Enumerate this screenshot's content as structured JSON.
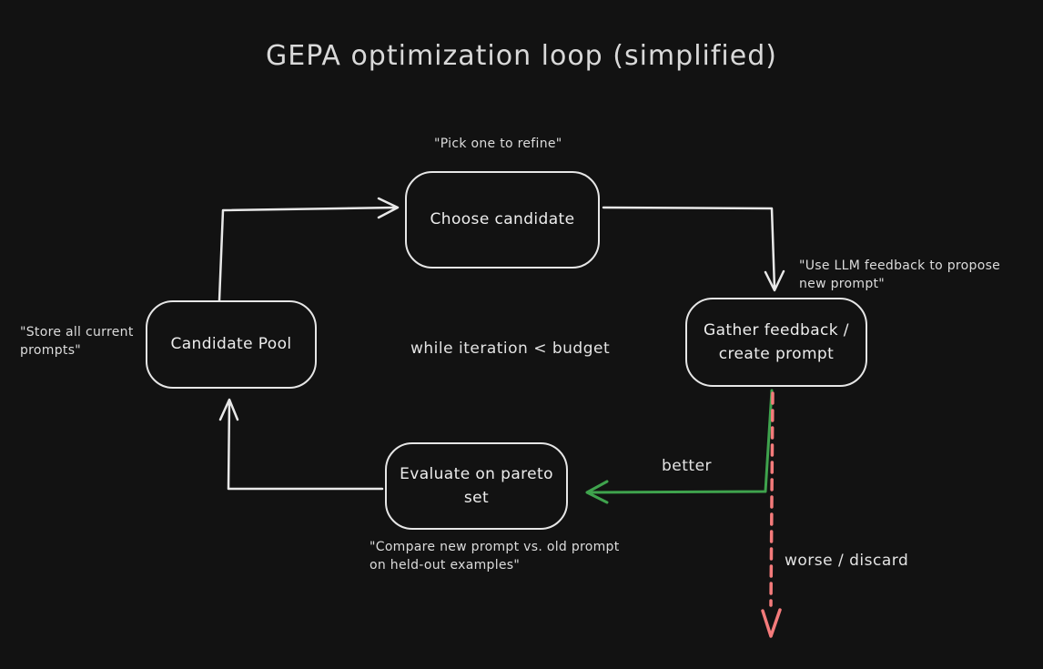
{
  "title": "GEPA optimization loop (simplified)",
  "colors": {
    "background": "#121212",
    "stroke_white": "#e8e8e8",
    "arrow_green": "#3fa34d",
    "arrow_red": "#f47b7b"
  },
  "nodes": {
    "choose_candidate": {
      "label": "Choose candidate"
    },
    "candidate_pool": {
      "label": "Candidate Pool"
    },
    "gather_feedback": {
      "label": "Gather feedback / create prompt"
    },
    "evaluate_pareto": {
      "label": "Evaluate on pareto set"
    }
  },
  "annotations": {
    "pick_one": "\"Pick one to refine\"",
    "store_all": "\"Store all current\nprompts\"",
    "use_llm": "\"Use LLM feedback to propose\nnew prompt\"",
    "compare": "\"Compare new prompt vs. old prompt\non held-out examples\"",
    "loop_condition": "while iteration < budget"
  },
  "edge_labels": {
    "better": "better",
    "worse": "worse / discard"
  }
}
